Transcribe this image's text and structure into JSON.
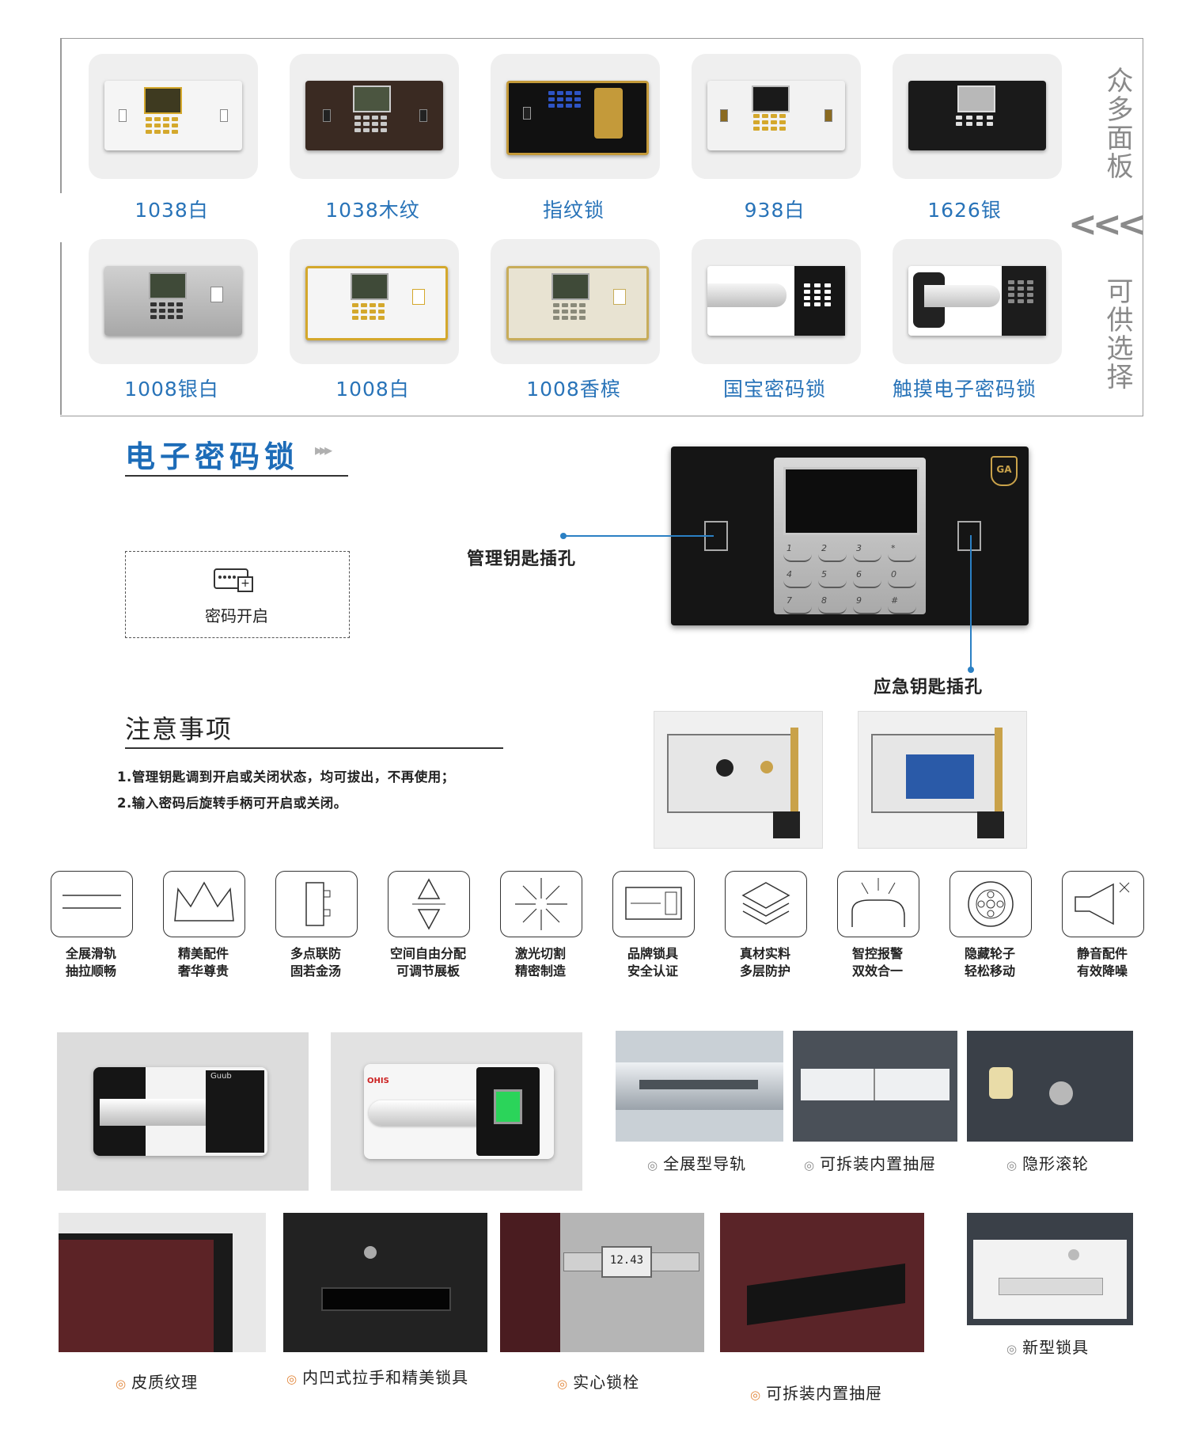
{
  "panels": {
    "items": [
      {
        "caption": "1038白"
      },
      {
        "caption": "1038木纹"
      },
      {
        "caption": "指纹锁"
      },
      {
        "caption": "938白"
      },
      {
        "caption": "1626银"
      },
      {
        "caption": "1008银白"
      },
      {
        "caption": "1008白"
      },
      {
        "caption": "1008香槟"
      },
      {
        "caption": "国宝密码锁"
      },
      {
        "caption": "触摸电子密码锁"
      }
    ],
    "side_top": "众多面板",
    "side_arrows": "<<<",
    "side_bottom": "可供选择"
  },
  "electronic_lock": {
    "title": "电子密码锁",
    "title_arrow": "▸▸▸",
    "feature_label": "密码开启",
    "callout_manage_key": "管理钥匙插孔",
    "callout_emergency_key": "应急钥匙插孔",
    "keypad_digits": [
      "1",
      "2",
      "3",
      "*",
      "4",
      "5",
      "6",
      "0",
      "7",
      "8",
      "9",
      "#"
    ]
  },
  "notes": {
    "title": "注意事项",
    "items": [
      "1.管理钥匙调到开启或关闭状态，均可拔出，不再使用；",
      "2.输入密码后旋转手柄可开启或关闭。"
    ]
  },
  "features": [
    {
      "icon": "slide-rail-icon",
      "line1": "全展滑轨",
      "line2": "抽拉顺畅"
    },
    {
      "icon": "crown-icon",
      "line1": "精美配件",
      "line2": "奢华尊贵"
    },
    {
      "icon": "multi-bolt-icon",
      "line1": "多点联防",
      "line2": "固若金汤"
    },
    {
      "icon": "adjust-arrows-icon",
      "line1": "空间自由分配",
      "line2": "可调节展板"
    },
    {
      "icon": "laser-icon",
      "line1": "激光切割",
      "line2": "精密制造"
    },
    {
      "icon": "brand-lock-icon",
      "line1": "品牌锁具",
      "line2": "安全认证"
    },
    {
      "icon": "layers-icon",
      "line1": "真材实料",
      "line2": "多层防护"
    },
    {
      "icon": "alarm-icon",
      "line1": "智控报警",
      "line2": "双效合一"
    },
    {
      "icon": "wheel-icon",
      "line1": "隐藏轮子",
      "line2": "轻松移动"
    },
    {
      "icon": "mute-icon",
      "line1": "静音配件",
      "line2": "有效降噪"
    }
  ],
  "photos_row1": [
    {
      "caption": "全展型导轨"
    },
    {
      "caption": "可拆装内置抽屉"
    },
    {
      "caption": "隐形滚轮"
    }
  ],
  "photos_row2": [
    {
      "caption": "皮质纹理"
    },
    {
      "caption": "内凹式拉手和精美锁具"
    },
    {
      "caption": "实心锁栓"
    },
    {
      "caption": "可拆装内置抽屉"
    },
    {
      "caption": "新型锁具"
    }
  ],
  "photo_text": {
    "guub_brand": "Guub",
    "ohis_brand": "OHIS",
    "caliper_reading": "12.43"
  }
}
